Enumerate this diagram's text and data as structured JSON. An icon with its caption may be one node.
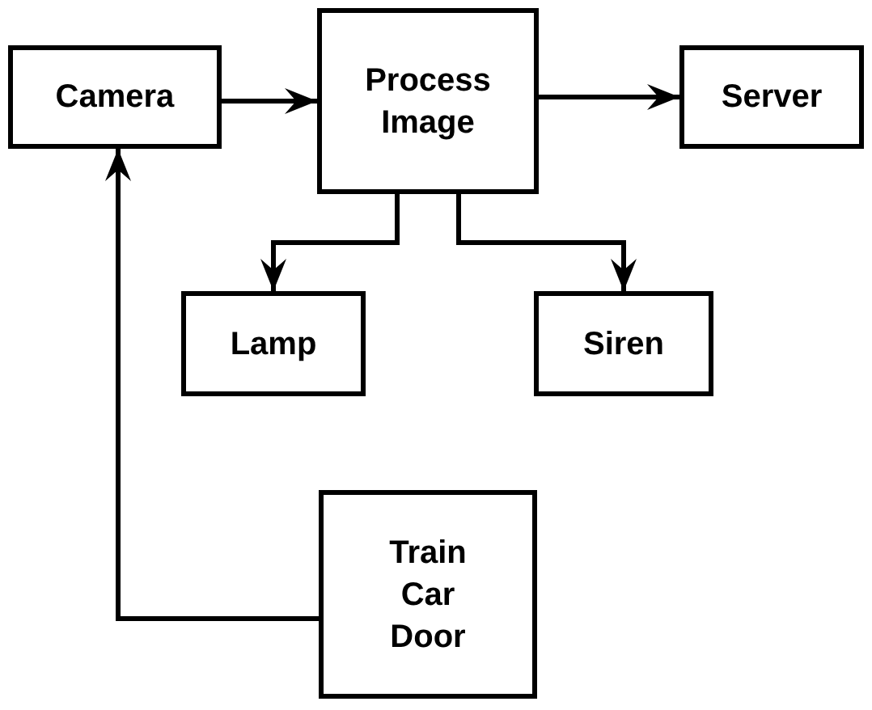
{
  "diagram": {
    "nodes": [
      {
        "text": [
          "Camera"
        ]
      },
      {
        "text": [
          "Process Image"
        ]
      },
      {
        "text": [
          "Server"
        ]
      },
      {
        "text": [
          "Lamp"
        ]
      },
      {
        "text": [
          "Siren"
        ]
      },
      {
        "text": [
          "Train Car Door"
        ]
      }
    ],
    "edges": [
      {
        "from": 0,
        "to": 1,
        "arrow": "to"
      },
      {
        "from": 1,
        "to": 2,
        "arrow": "to"
      },
      {
        "from": 1,
        "to": 3,
        "arrow": "to"
      },
      {
        "from": 1,
        "to": 4,
        "arrow": "to"
      },
      {
        "from": 5,
        "to": 0,
        "arrow": "to"
      }
    ]
  }
}
